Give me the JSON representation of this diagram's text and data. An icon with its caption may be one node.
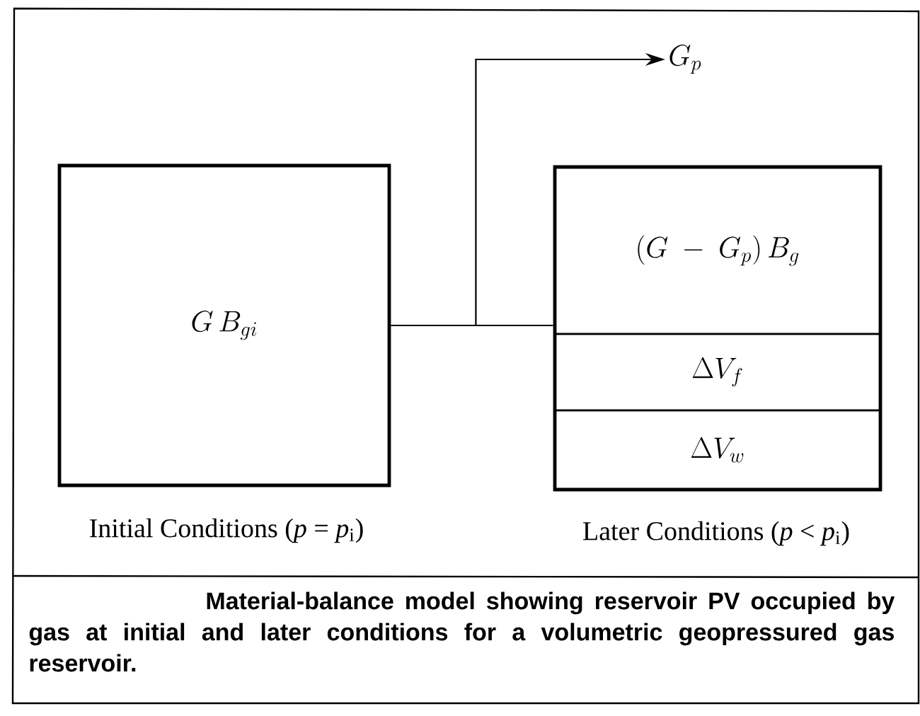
{
  "diagram": {
    "caption": "Material-balance model showing reservoir PV occupied by gas at initial and later conditions for a volumetric geopressured gas reservoir.",
    "nodes": [
      {
        "text": [
          "G\\,B_{gi}"
        ],
        "beside": [
          "Initial Conditions (*p* = *p*$_{i}$)"
        ]
      },
      {
        "text": [],
        "shape": "box",
        "beside": [
          "Later Conditions (*p* < *p*$_{i}$)"
        ]
      },
      {
        "text": [
          "(G\\ -\\ G_p)\\,B_g"
        ],
        "in": 1
      },
      {
        "text": [
          "\\Delta V_f"
        ],
        "in": 1
      },
      {
        "text": [
          "\\Delta V_w"
        ],
        "in": 1
      },
      {
        "text": [
          "G_p"
        ]
      }
    ],
    "edges": [
      {
        "from": 0,
        "to": 1,
        "arrow": "none"
      },
      {
        "from": 0,
        "to": 5,
        "arrow": "to"
      }
    ]
  }
}
